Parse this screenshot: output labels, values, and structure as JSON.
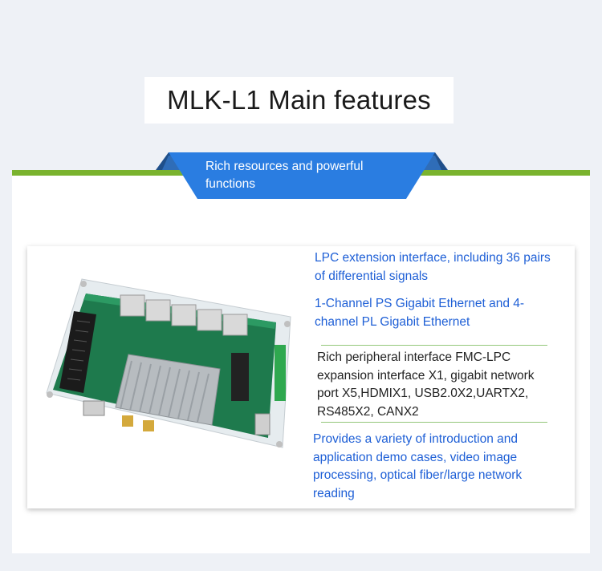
{
  "page": {
    "title": "MLK-L1 Main features",
    "banner": "Rich resources and powerful functions"
  },
  "features": [
    {
      "text": "LPC extension interface, including 36 pairs of differential signals"
    },
    {
      "text": "1-Channel PS Gigabit Ethernet and 4-channel PL Gigabit Ethernet"
    },
    {
      "text": "Rich peripheral interface FMC-LPC expansion interface X1, gigabit network port X5,HDMIX1, USB2.0X2,UARTX2, RS485X2, CANX2"
    },
    {
      "text": "Provides a variety of introduction and application demo cases, video image processing, optical fiber/large network reading"
    }
  ],
  "colors": {
    "accent_green": "#7ab32e",
    "banner_blue": "#2a7de1",
    "text_blue": "#1e5fd6"
  },
  "icons": [
    "circuit-board-image"
  ]
}
